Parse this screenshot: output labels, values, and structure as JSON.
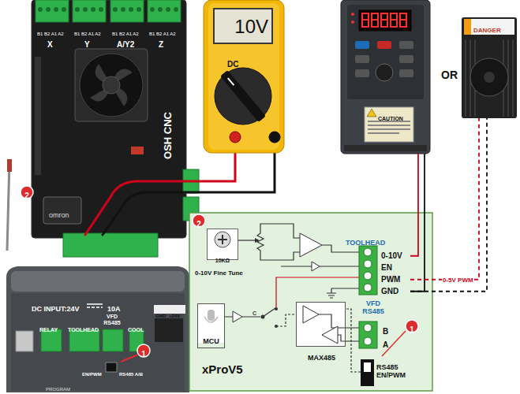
{
  "diagram": {
    "nodes": [
      {
        "text": [
          "DC"
        ]
      },
      {
        "text": [
          "10V"
        ],
        "in": 0
      },
      {
        "text": [
          "CAUTION"
        ]
      },
      {
        "text": [
          "DANGER"
        ]
      },
      {
        "text": [
          "xProV5"
        ]
      },
      {
        "text": [
          "10KΩ",
          "0-10V Fine Tune"
        ],
        "in": 4
      },
      {
        "text": [
          "MCU"
        ],
        "in": 4
      },
      {
        "text": [
          "MAX485"
        ],
        "in": 4
      },
      {
        "text": [
          "TOOLHEAD",
          "0-10V",
          "EN",
          "PWM",
          "GND"
        ],
        "in": 4
      },
      {
        "text": [
          "VFD RS485",
          "B",
          "A"
        ],
        "in": 4
      },
      {
        "text": [
          "RS485 EN/PWM"
        ],
        "in": 4
      }
    ],
    "edges": [
      {
        "from": 8,
        "to": 2,
        "arrow": "none"
      },
      {
        "from": 8,
        "to": 2,
        "arrow": "none"
      },
      {
        "from": 8,
        "to": 3,
        "label": "0-5V PWM",
        "arrow": "none"
      },
      {
        "from": 8,
        "to": 3,
        "arrow": "none"
      }
    ],
    "labels": [
      "B1 B2 A1 A2",
      "B1 B2 A1 A2",
      "B1 B2 A1 A2",
      "B1 B2 A1 A2",
      "X",
      "Y",
      "A/Y2",
      "Z",
      "OSH CNC",
      "omron",
      "2",
      "DC INPUT:24V",
      "10A",
      "RELAY",
      "TOOLHEAD",
      "VFD RS485",
      "COOL",
      "GND",
      "+24V",
      "PROGRAM",
      "EN/PWM",
      "RS485 A/B",
      "1",
      "OR",
      "2",
      "C",
      "1"
    ]
  }
}
